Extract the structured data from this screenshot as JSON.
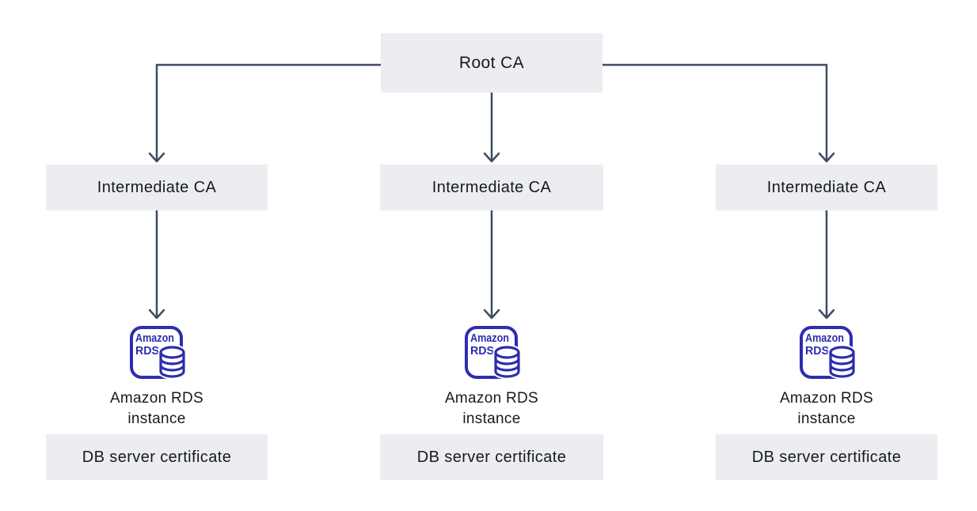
{
  "diagram": {
    "colors": {
      "connector": "#3E4C63",
      "box_fill": "#ECEDF1",
      "text": "#16191F",
      "rds_icon": "#2D2DB0",
      "background": "#FFFFFF"
    },
    "root_ca": {
      "label": "Root CA"
    },
    "columns": [
      {
        "intermediate_label": "Intermediate CA",
        "icon": "amazon-rds-icon",
        "icon_label_line1": "Amazon",
        "icon_label_line2": "RDS",
        "instance_label_line1": "Amazon RDS",
        "instance_label_line2": "instance",
        "certificate_label": "DB server certificate"
      },
      {
        "intermediate_label": "Intermediate CA",
        "icon": "amazon-rds-icon",
        "icon_label_line1": "Amazon",
        "icon_label_line2": "RDS",
        "instance_label_line1": "Amazon RDS",
        "instance_label_line2": "instance",
        "certificate_label": "DB server certificate"
      },
      {
        "intermediate_label": "Intermediate CA",
        "icon": "amazon-rds-icon",
        "icon_label_line1": "Amazon",
        "icon_label_line2": "RDS",
        "instance_label_line1": "Amazon RDS",
        "instance_label_line2": "instance",
        "certificate_label": "DB server certificate"
      }
    ]
  }
}
